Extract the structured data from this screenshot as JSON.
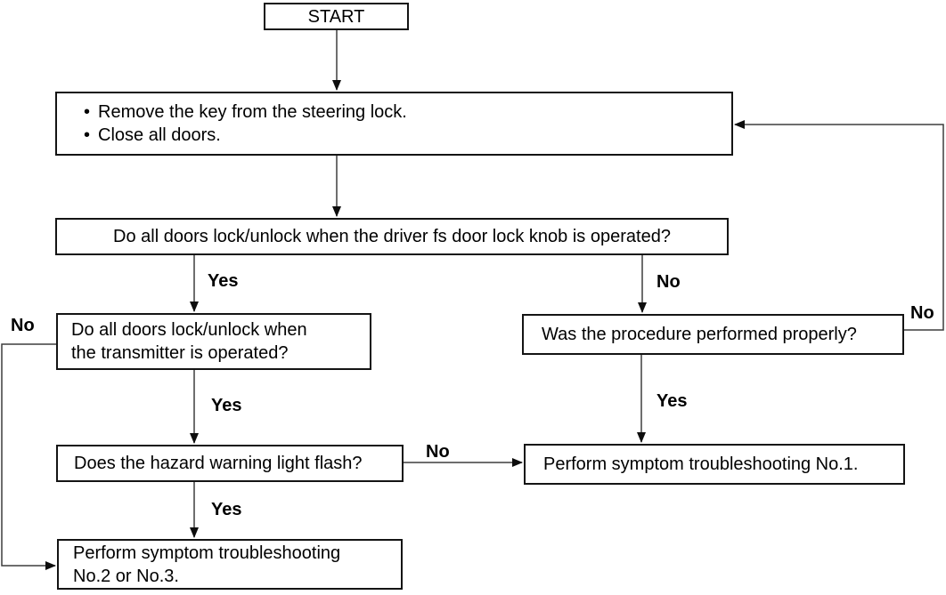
{
  "diagram": {
    "background_color": "#ffffff",
    "box_border_color": "#141414",
    "line_color": "#3d3d3d",
    "arrow_color": "#0d0d0d",
    "text_color": "#000000",
    "bullet": "•",
    "nodes": {
      "start": {
        "label": "START"
      },
      "prep": {
        "items": [
          "Remove the key from the steering lock.",
          "Close all doors."
        ]
      },
      "q_knob": {
        "label": "Do all doors lock/unlock when the driver fs door lock knob is operated?"
      },
      "q_transmitter": {
        "lines": [
          "Do all doors lock/unlock when",
          "the transmitter is operated?"
        ]
      },
      "q_procedure": {
        "label": "Was the procedure performed properly?"
      },
      "q_hazard": {
        "label": "Does the hazard warning light flash?"
      },
      "ts_no1": {
        "label": "Perform symptom troubleshooting No.1."
      },
      "ts_no23": {
        "lines": [
          "Perform symptom troubleshooting",
          "No.2 or No.3."
        ]
      }
    },
    "edge_labels": {
      "knob_yes": "Yes",
      "knob_no": "No",
      "transmitter_yes": "Yes",
      "transmitter_no": "No",
      "procedure_yes": "Yes",
      "procedure_no": "No",
      "hazard_yes": "Yes",
      "hazard_no": "No"
    }
  }
}
